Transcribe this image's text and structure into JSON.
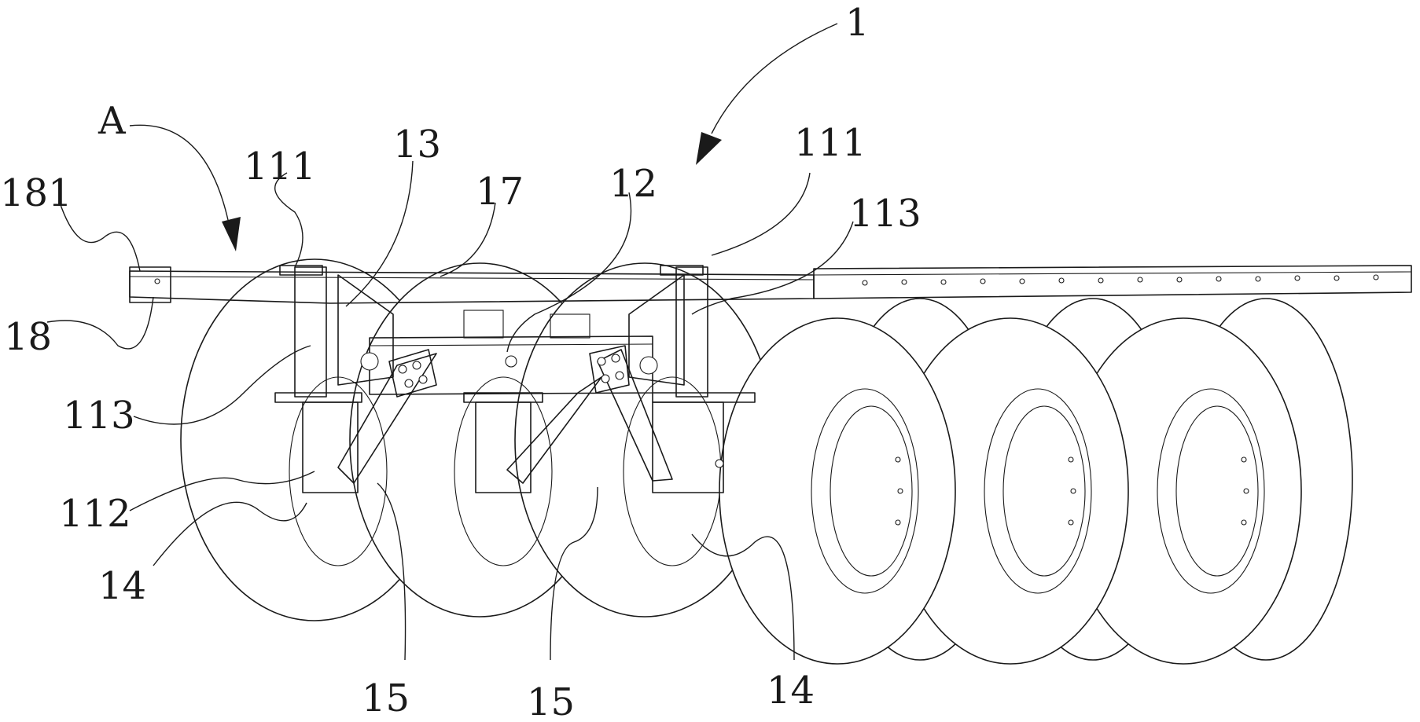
{
  "figure": {
    "labels": [
      {
        "id": "1",
        "text": "1"
      },
      {
        "id": "A",
        "text": "A"
      },
      {
        "id": "181",
        "text": "181"
      },
      {
        "id": "18",
        "text": "18"
      },
      {
        "id": "111a",
        "text": "111"
      },
      {
        "id": "13",
        "text": "13"
      },
      {
        "id": "17",
        "text": "17"
      },
      {
        "id": "12",
        "text": "12"
      },
      {
        "id": "111b",
        "text": "111"
      },
      {
        "id": "113a",
        "text": "113"
      },
      {
        "id": "113b",
        "text": "113"
      },
      {
        "id": "112",
        "text": "112"
      },
      {
        "id": "14a",
        "text": "14"
      },
      {
        "id": "15a",
        "text": "15"
      },
      {
        "id": "15b",
        "text": "15"
      },
      {
        "id": "14b",
        "text": "14"
      }
    ]
  }
}
